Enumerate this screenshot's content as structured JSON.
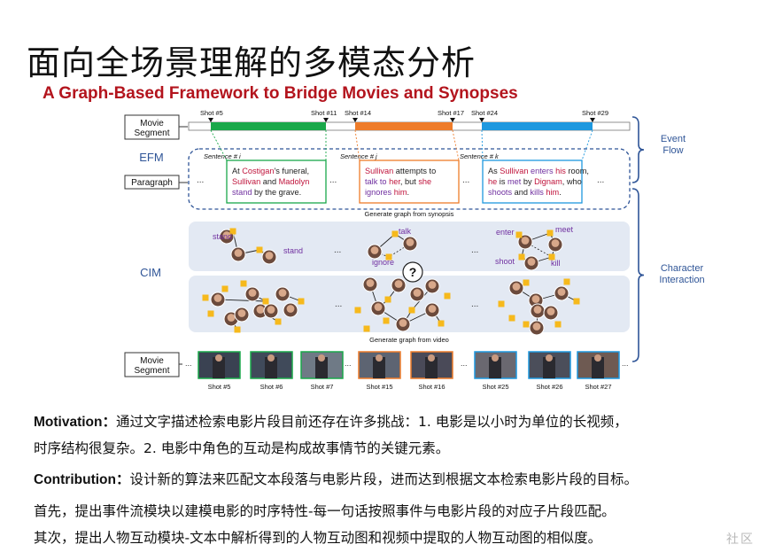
{
  "slide": {
    "title_cn": "面向全场景理解的多模态分析",
    "title_en": "A Graph-Based Framework to Bridge Movies and Synopses"
  },
  "figure": {
    "row_labels": {
      "movie_segment_top_1": "Movie",
      "movie_segment_top_2": "Segment",
      "paragraph": "Paragraph",
      "efm": "EFM",
      "cim": "CIM",
      "movie_segment_bottom_1": "Movie",
      "movie_segment_bottom_2": "Segment"
    },
    "right_labels": {
      "event_flow_1": "Event",
      "event_flow_2": "Flow",
      "character_interaction_1": "Character",
      "character_interaction_2": "Interaction"
    },
    "shot_labels_top": [
      "Shot #5",
      "Shot #11",
      "Shot #14",
      "Shot #17",
      "Shot #24",
      "Shot #29"
    ],
    "sentence_labels": [
      "Sentence # i",
      "Sentence # j",
      "Sentence # k"
    ],
    "ellipsis": "...",
    "sentence_i": [
      [
        {
          "t": "At ",
          "c": "n"
        },
        {
          "t": "Costigan",
          "c": "r"
        },
        {
          "t": "'s funeral,",
          "c": "n"
        }
      ],
      [
        {
          "t": "Sullivan",
          "c": "r"
        },
        {
          "t": " and ",
          "c": "n"
        },
        {
          "t": "Madolyn",
          "c": "r"
        }
      ],
      [
        {
          "t": "stand",
          "c": "p"
        },
        {
          "t": " by the grave.",
          "c": "n"
        }
      ]
    ],
    "sentence_j": [
      [
        {
          "t": "Sullivan",
          "c": "r"
        },
        {
          "t": " attempts to",
          "c": "n"
        }
      ],
      [
        {
          "t": "talk",
          "c": "p"
        },
        {
          "t": " to ",
          "c": "p"
        },
        {
          "t": "her",
          "c": "r"
        },
        {
          "t": ", but ",
          "c": "n"
        },
        {
          "t": "she",
          "c": "r"
        }
      ],
      [
        {
          "t": "ignores",
          "c": "p"
        },
        {
          "t": " ",
          "c": "n"
        },
        {
          "t": "him",
          "c": "r"
        },
        {
          "t": ".",
          "c": "n"
        }
      ]
    ],
    "sentence_k": [
      [
        {
          "t": "As ",
          "c": "n"
        },
        {
          "t": "Sullivan",
          "c": "r"
        },
        {
          "t": " ",
          "c": "n"
        },
        {
          "t": "enters",
          "c": "p"
        },
        {
          "t": " ",
          "c": "n"
        },
        {
          "t": "his",
          "c": "r"
        },
        {
          "t": " room,",
          "c": "n"
        }
      ],
      [
        {
          "t": "he",
          "c": "r"
        },
        {
          "t": " is ",
          "c": "n"
        },
        {
          "t": "met",
          "c": "p"
        },
        {
          "t": " by ",
          "c": "n"
        },
        {
          "t": "Dignam",
          "c": "r"
        },
        {
          "t": ", who",
          "c": "n"
        }
      ],
      [
        {
          "t": "shoots",
          "c": "p"
        },
        {
          "t": " and ",
          "c": "n"
        },
        {
          "t": "kills",
          "c": "p"
        },
        {
          "t": " ",
          "c": "n"
        },
        {
          "t": "him",
          "c": "r"
        },
        {
          "t": ".",
          "c": "n"
        }
      ]
    ],
    "gen_synopsis": "Generate graph from synopsis",
    "gen_video": "Generate graph from video",
    "verbs": {
      "stand1": "stand",
      "stand2": "stand",
      "talk": "talk",
      "ignore": "ignore",
      "enter": "enter",
      "meet": "meet",
      "shoot": "shoot",
      "kill": "kill"
    },
    "question_mark": "?",
    "shot_labels_bottom": [
      "Shot #5",
      "Shot #6",
      "Shot #7",
      "Shot #15",
      "Shot #16",
      "Shot #25",
      "Shot #26",
      "Shot #27"
    ],
    "colors": {
      "green": "#1aa84a",
      "orange": "#ee7c2a",
      "blue": "#1e98df",
      "efm_border": "#2f5597",
      "panel_bg": "#e3e9f3",
      "verb_purple": "#7030a0",
      "node_yellow": "#f6b91c",
      "name_red": "#c0143c"
    }
  },
  "text": {
    "motivation_label": "Motivation：",
    "motivation_line1": "通过文字描述检索电影片段目前还存在许多挑战：1. 电影是以小时为单位的长视频，",
    "motivation_line2": "时序结构很复杂。2. 电影中角色的互动是构成故事情节的关键元素。",
    "contribution_label": "Contribution：",
    "contribution_line1": "设计新的算法来匹配文本段落与电影片段，进而达到根据文本检索电影片段的目标。",
    "contribution_line2": "首先，提出事件流模块以建模电影的时序特性-每一句话按照事件与电影片段的对应子片段匹配。",
    "contribution_line3": "其次，提出人物互动模块-文本中解析得到的人物互动图和视频中提取的人物互动图的相似度。"
  },
  "watermark": "社区"
}
